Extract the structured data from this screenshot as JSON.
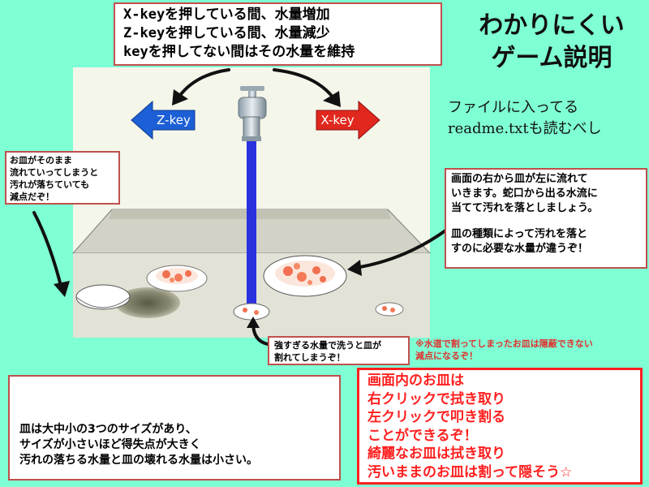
{
  "keys_help": {
    "line1": "X-keyを押している間、水量増加",
    "line2": "Z-keyを押している間、水量減少",
    "line3": "keyを押してない間はその水量を維持"
  },
  "title": {
    "line1": "わかりにくい",
    "line2": "ゲーム説明"
  },
  "readme": {
    "line1": "ファイルに入ってる",
    "line2": "readme.txtも読むべし"
  },
  "arrows": {
    "left_label": "Z-key",
    "right_label": "X-key",
    "left_color": "#1c5fd6",
    "right_color": "#e0281e"
  },
  "note_left": {
    "line1": "お皿がそのまま",
    "line2": "流れていってしまうと",
    "line3": "汚れが落ちていても",
    "line4": "減点だぞ！"
  },
  "note_right": {
    "line1": "画面の右から皿が左に流れて",
    "line2": "いきます。蛇口から出る水流に",
    "line3": "当てて汚れを落としましょう。",
    "line4": "皿の種類によって汚れを落と",
    "line5": "すのに必要な水量が違うぞ！"
  },
  "note_break": {
    "line1": "強すぎる水量で洗うと皿が",
    "line2": "割れてしまうぞ！"
  },
  "note_hidden": {
    "line1": "※水道で割ってしまったお皿は隠蔽できない",
    "line2": "減点になるぞ！"
  },
  "sizes": {
    "line1": "皿は大中小の3つのサイズがあり、",
    "line2": "サイズが小さいほど得失点が大きく",
    "line3": "汚れの落ちる水量と皿の壊れる水量は小さい。"
  },
  "operations": {
    "line1": "画面内のお皿は",
    "line2": "右クリックで拭き取り",
    "line3": "左クリックで叩き割る",
    "line4": "ことができるぞ！",
    "line5": "綺麗なお皿は拭き取り",
    "line6": "汚いままのお皿は割って隠そう☆"
  },
  "colors": {
    "background": "#7fffd4",
    "water": "#2a32e0",
    "border_red": "#c0504d",
    "accent_red": "#ff2020",
    "dirt": "#f07050"
  }
}
